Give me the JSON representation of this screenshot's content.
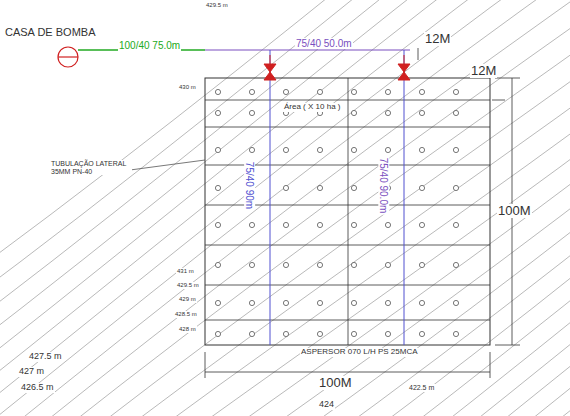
{
  "diagram": {
    "labels": [
      "CASA DE BOMBA",
      "100/40 75.0m",
      "75/40 50.0m",
      "12M",
      "12M",
      "Área ( X 10 ha )",
      "TUBULAÇÃO LATERAL 35MM PN-40",
      "75/40 90m",
      "75/40 90.0m",
      "100M",
      "100M",
      "ASPERSOR 070 L/H PS 25MCA",
      "429.5 m",
      "427.5 m",
      "427 m",
      "426.5 m",
      "424",
      "422.5 m",
      "430 m",
      "431 m",
      "429.5 m",
      "429 m",
      "428.5 m",
      "428 m"
    ]
  }
}
